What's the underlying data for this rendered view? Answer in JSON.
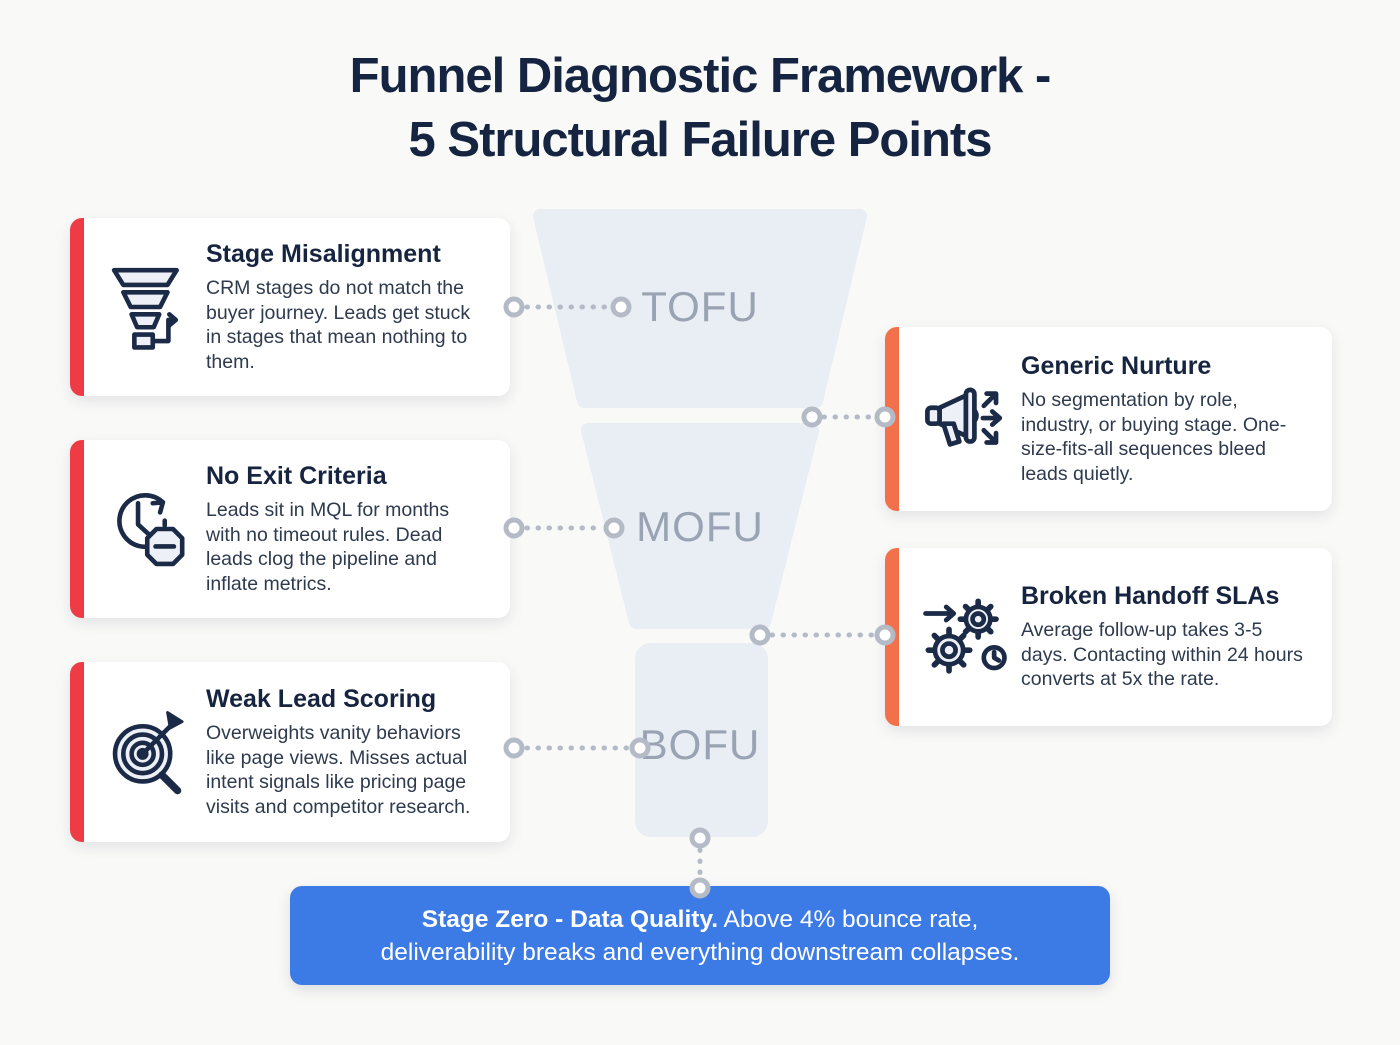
{
  "title": {
    "line1": "Funnel Diagnostic Framework -",
    "line2": "5 Structural Failure Points"
  },
  "funnel": {
    "stage_labels": [
      "TOFU",
      "MOFU",
      "BOFU"
    ]
  },
  "cards": {
    "left": [
      {
        "icon": "funnel-stages-icon",
        "title": "Stage Misalignment",
        "body": "CRM stages do not match the buyer journey. Leads get stuck in stages that mean nothing to them."
      },
      {
        "icon": "clock-timeout-icon",
        "title": "No Exit Criteria",
        "body": "Leads sit in MQL for months with no timeout rules. Dead leads clog the pipeline and inflate metrics."
      },
      {
        "icon": "target-magnifier-icon",
        "title": "Weak Lead Scoring",
        "body": "Overweights vanity behaviors like page views. Misses actual intent signals like pricing page visits and competitor research."
      }
    ],
    "right": [
      {
        "icon": "megaphone-arrows-icon",
        "title": "Generic Nurture",
        "body": "No segmentation by role, industry, or buying stage. One-size-fits-all sequences bleed leads quietly."
      },
      {
        "icon": "gears-clock-icon",
        "title": "Broken Handoff SLAs",
        "body": "Average follow-up takes 3-5 days. Contacting within 24 hours converts at 5x the rate."
      }
    ]
  },
  "banner": {
    "bold": "Stage Zero - Data Quality.",
    "line1_rest": "Above 4% bounce rate,",
    "line2": "deliverability breaks and everything downstream collapses."
  },
  "colors": {
    "accent_red": "#ee3b46",
    "accent_orange": "#f2714b",
    "banner_blue": "#3c7ae6",
    "funnel_fill": "#e9edf4",
    "funnel_label_gray": "#9aa3b3",
    "connector_gray": "#b4bbc7",
    "title_navy": "#152441",
    "icon_navy": "#1b2a47"
  }
}
